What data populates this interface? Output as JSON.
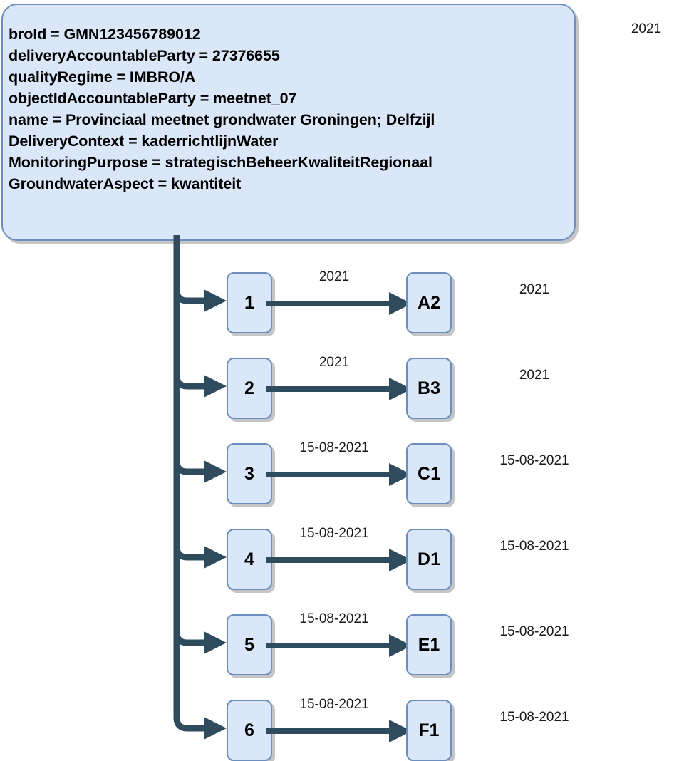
{
  "diagram": {
    "title_label": "2021",
    "panel": {
      "lines": [
        "broId = GMN123456789012",
        "deliveryAccountableParty = 27376655",
        "qualityRegime = IMBRO/A",
        "objectIdAccountableParty = meetnet_07",
        "name = Provinciaal meetnet grondwater Groningen; Delfzijl",
        "DeliveryContext = kaderrichtlijnWater",
        "MonitoringPurpose = strategischBeheerKwaliteitRegionaal",
        "GroundwaterAspect = kwantiteit"
      ]
    },
    "rows": [
      {
        "source": "1",
        "edge_label": "2021",
        "target": "A2",
        "side_label": "2021"
      },
      {
        "source": "2",
        "edge_label": "2021",
        "target": "B3",
        "side_label": "2021"
      },
      {
        "source": "3",
        "edge_label": "15-08-2021",
        "target": "C1",
        "side_label": "15-08-2021"
      },
      {
        "source": "4",
        "edge_label": "15-08-2021",
        "target": "D1",
        "side_label": "15-08-2021"
      },
      {
        "source": "5",
        "edge_label": "15-08-2021",
        "target": "E1",
        "side_label": "15-08-2021"
      },
      {
        "source": "6",
        "edge_label": "15-08-2021",
        "target": "F1",
        "side_label": "15-08-2021"
      }
    ],
    "colors": {
      "node_fill": "#dae7f8",
      "node_border": "#6c8ebf",
      "connector": "#2f4b5e",
      "shadow": "#969696",
      "text": "#000000"
    }
  }
}
